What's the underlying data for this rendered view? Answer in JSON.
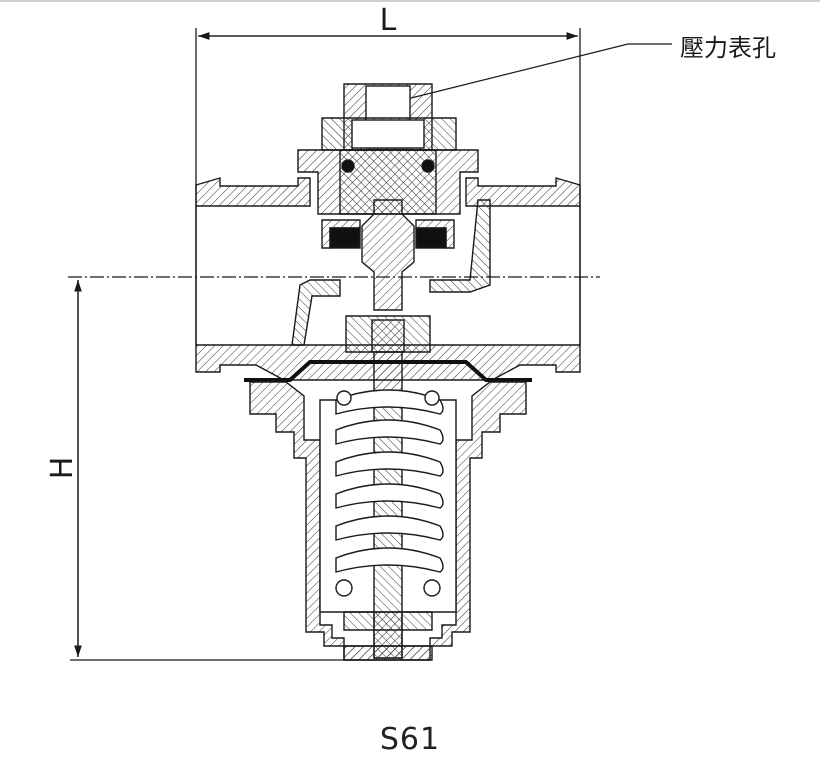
{
  "diagram": {
    "dimension_width_label": "L",
    "dimension_height_label": "H",
    "callout_label": "壓力表孔",
    "model_caption": "S61"
  },
  "colors": {
    "line": "#1a1a1a",
    "hatch": "#333333",
    "seal": "#111111",
    "background": "#ffffff"
  }
}
